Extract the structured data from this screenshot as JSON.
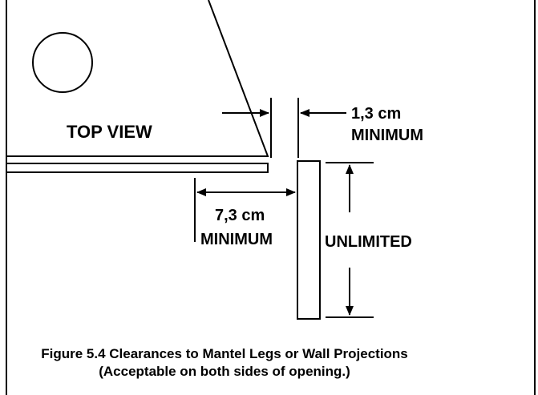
{
  "diagram": {
    "top_view_label": "TOP VIEW",
    "side_clearance_value": "1,3 cm",
    "side_clearance_note": "MINIMUM",
    "front_clearance_value": "7,3 cm",
    "front_clearance_note": "MINIMUM",
    "projection_depth_label": "UNLIMITED"
  },
  "caption": {
    "line1": "Figure 5.4  Clearances to Mantel Legs or Wall Projections",
    "line2": "(Acceptable on both sides of opening.)"
  },
  "colors": {
    "line": "#000000",
    "background": "#ffffff"
  }
}
